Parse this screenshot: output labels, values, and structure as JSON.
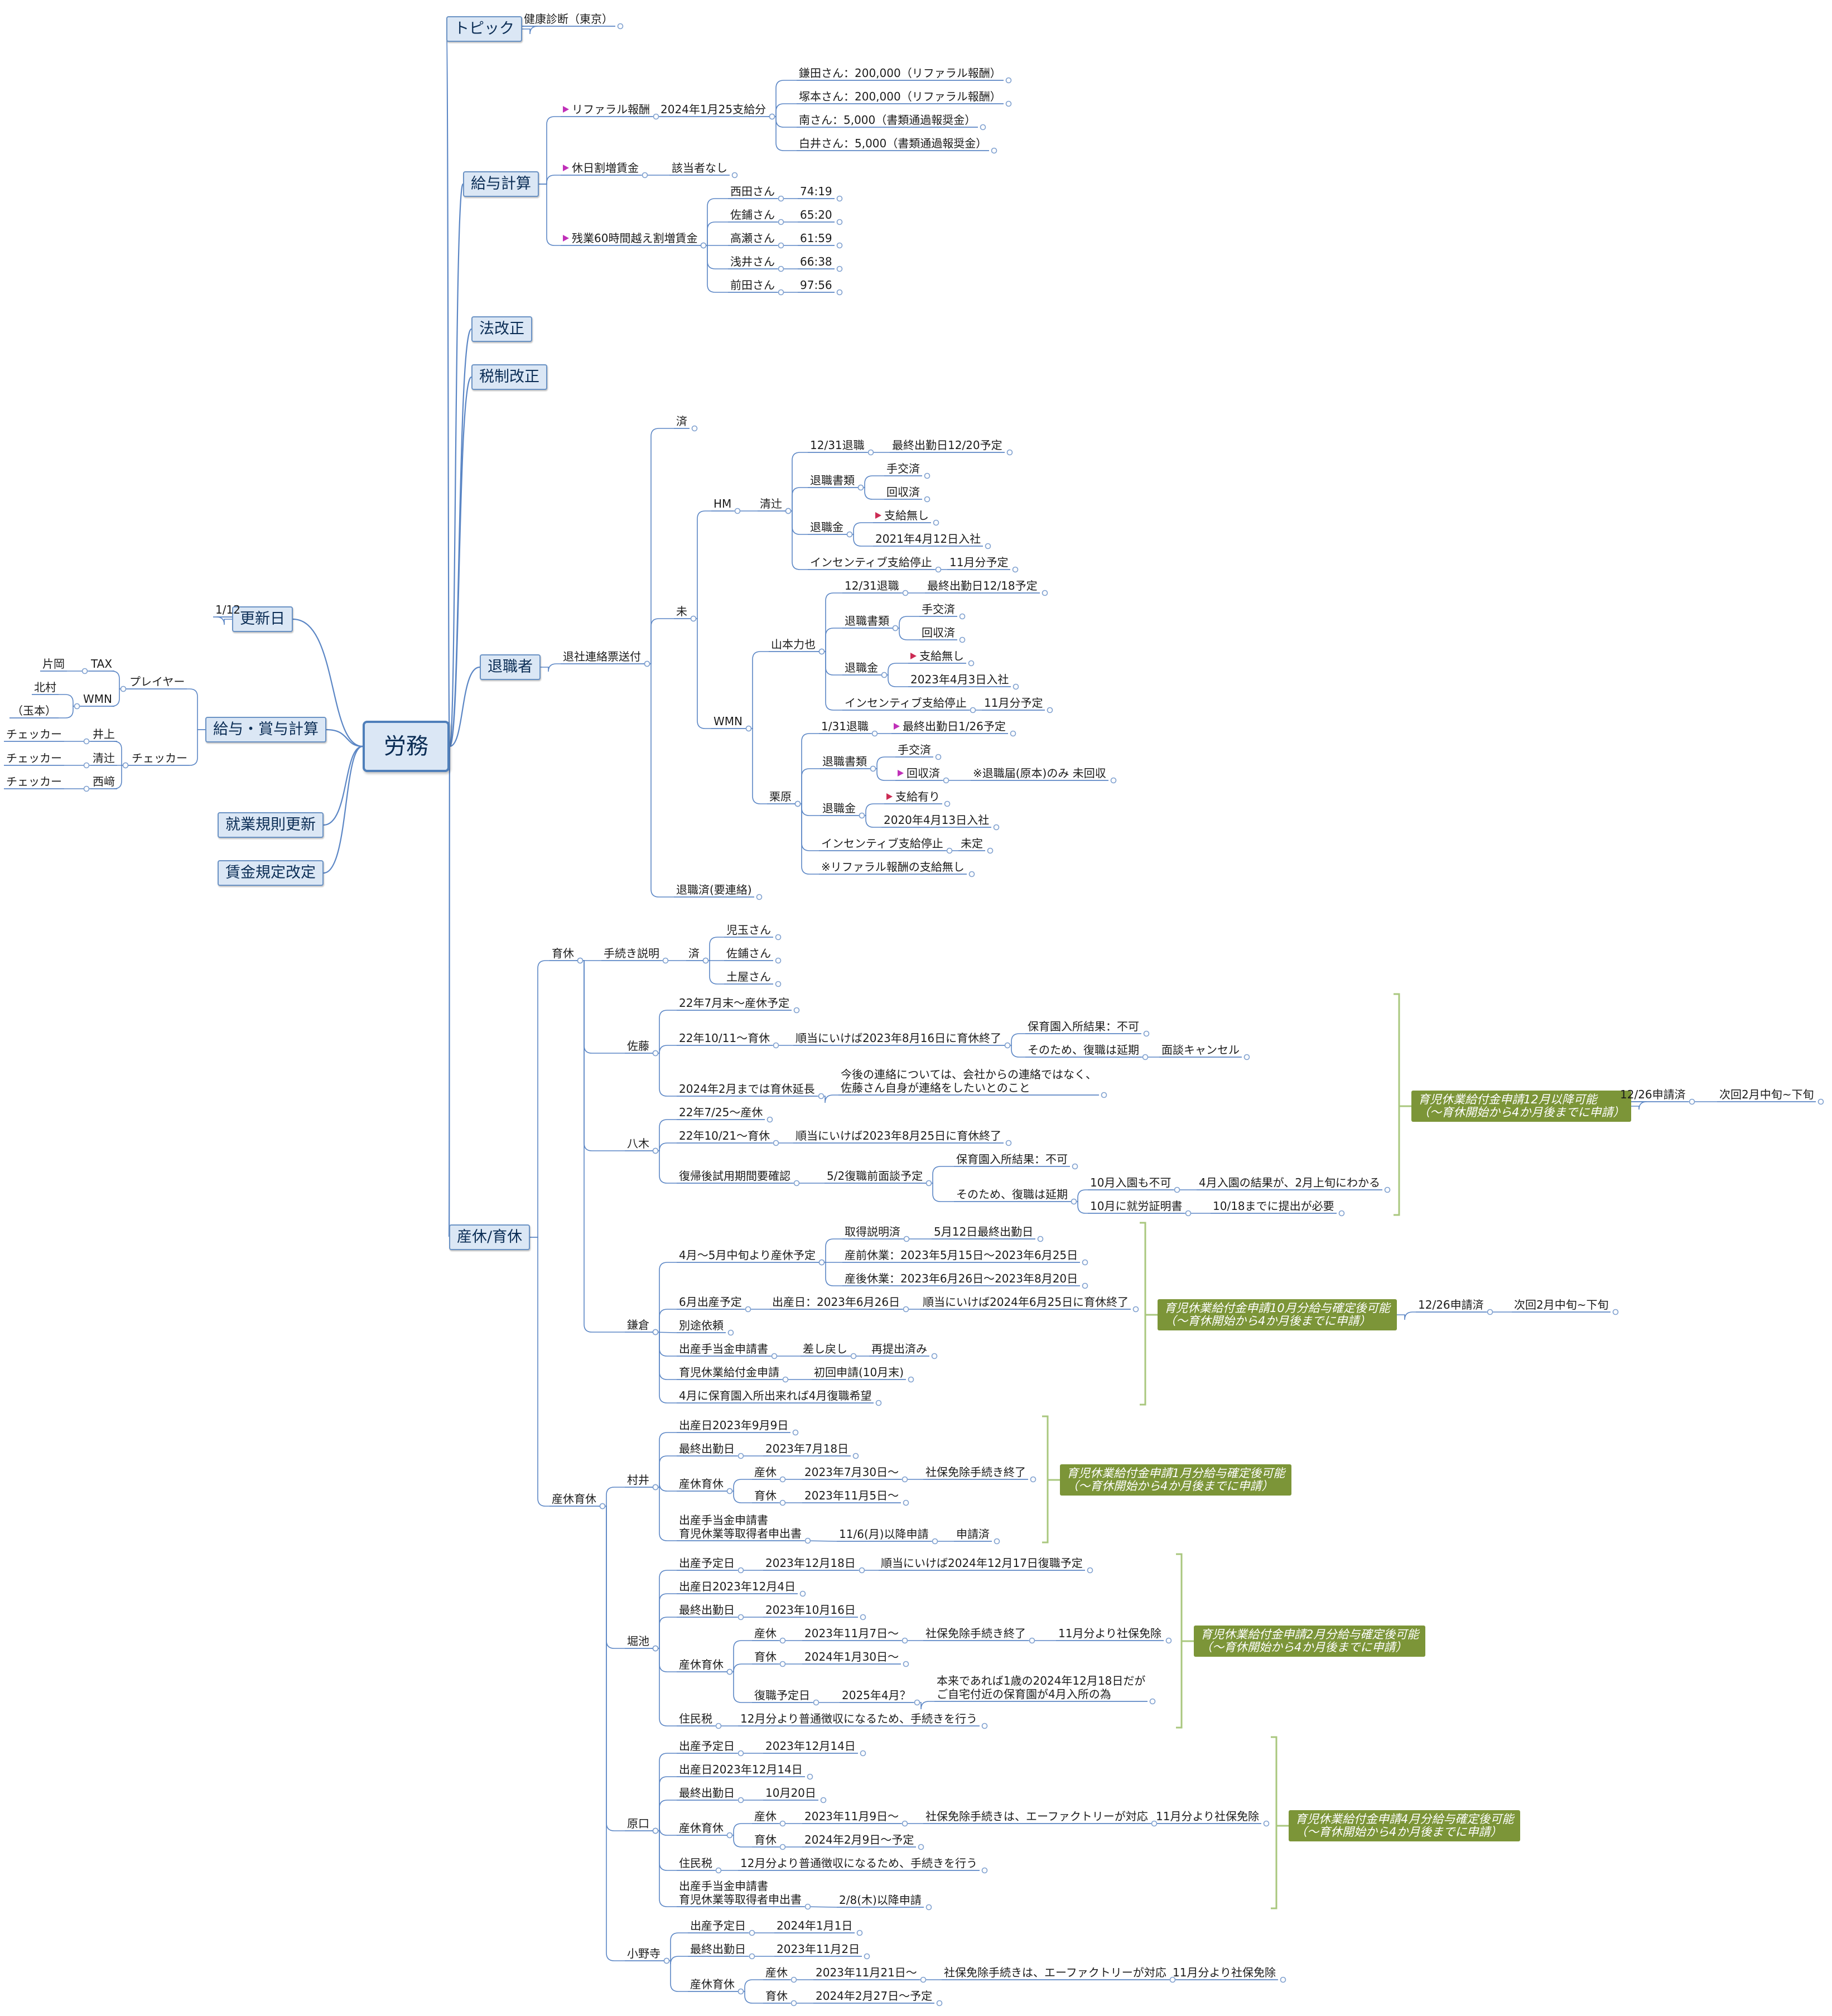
{
  "root": {
    "label": "労務"
  },
  "nodes": [
    {
      "id": "topic",
      "label": "トピック",
      "type": "topic",
      "parent": "root"
    },
    {
      "id": "topic1",
      "label": "健康診断（東京）",
      "parent": "topic"
    },
    {
      "id": "pay",
      "label": "給与計算",
      "type": "topic",
      "parent": "root"
    },
    {
      "id": "ref",
      "label": "リファラル報酬",
      "flag": "pink",
      "parent": "pay"
    },
    {
      "id": "ref_d",
      "label": "2024年1月25支給分",
      "parent": "ref"
    },
    {
      "id": "ref1",
      "label": "鎌田さん：200,000（リファラル報酬）",
      "parent": "ref_d"
    },
    {
      "id": "ref2",
      "label": "塚本さん：200,000（リファラル報酬）",
      "parent": "ref_d"
    },
    {
      "id": "ref3",
      "label": "南さん：5,000（書類通過報奨金）",
      "parent": "ref_d"
    },
    {
      "id": "ref4",
      "label": "白井さん：5,000（書類通過報奨金）",
      "parent": "ref_d"
    },
    {
      "id": "hol",
      "label": "休日割増賃金",
      "flag": "pink",
      "parent": "pay"
    },
    {
      "id": "hol1",
      "label": "該当者なし",
      "parent": "hol"
    },
    {
      "id": "ot",
      "label": "残業60時間越え割増賃金",
      "flag": "pink",
      "parent": "pay"
    },
    {
      "id": "ot1",
      "label": "西田さん",
      "parent": "ot"
    },
    {
      "id": "ot1v",
      "label": "74:19",
      "parent": "ot1"
    },
    {
      "id": "ot2",
      "label": "佐鋪さん",
      "parent": "ot"
    },
    {
      "id": "ot2v",
      "label": "65:20",
      "parent": "ot2"
    },
    {
      "id": "ot3",
      "label": "高瀬さん",
      "parent": "ot"
    },
    {
      "id": "ot3v",
      "label": "61:59",
      "parent": "ot3"
    },
    {
      "id": "ot4",
      "label": "浅井さん",
      "parent": "ot"
    },
    {
      "id": "ot4v",
      "label": "66:38",
      "parent": "ot4"
    },
    {
      "id": "ot5",
      "label": "前田さん",
      "parent": "ot"
    },
    {
      "id": "ot5v",
      "label": "97:56",
      "parent": "ot5"
    },
    {
      "id": "law",
      "label": "法改正",
      "type": "topic",
      "parent": "root"
    },
    {
      "id": "tax",
      "label": "税制改正",
      "type": "topic",
      "parent": "root"
    },
    {
      "id": "ret",
      "label": "退職者",
      "type": "topic",
      "parent": "root"
    },
    {
      "id": "ret_s",
      "label": "退社連絡票送付",
      "parent": "ret"
    },
    {
      "id": "ret_done",
      "label": "済",
      "parent": "ret_s"
    },
    {
      "id": "ret_not",
      "label": "未",
      "parent": "ret_s"
    },
    {
      "id": "hm",
      "label": "HM",
      "parent": "ret_not"
    },
    {
      "id": "kiyo",
      "label": "清辻",
      "parent": "hm"
    },
    {
      "id": "k1",
      "label": "12/31退職",
      "parent": "kiyo"
    },
    {
      "id": "k1a",
      "label": "最終出勤日12/20予定",
      "parent": "k1"
    },
    {
      "id": "k2",
      "label": "退職書類",
      "parent": "kiyo"
    },
    {
      "id": "k2a",
      "label": "手交済",
      "parent": "k2"
    },
    {
      "id": "k2b",
      "label": "回収済",
      "parent": "k2"
    },
    {
      "id": "k3",
      "label": "退職金",
      "parent": "kiyo"
    },
    {
      "id": "k3a",
      "label": "支給無し",
      "flag": "red",
      "parent": "k3"
    },
    {
      "id": "k3b",
      "label": "2021年4月12日入社",
      "parent": "k3"
    },
    {
      "id": "k4",
      "label": "インセンティブ支給停止",
      "parent": "kiyo"
    },
    {
      "id": "k4a",
      "label": "11月分予定",
      "parent": "k4"
    },
    {
      "id": "wmn",
      "label": "WMN",
      "parent": "ret_not"
    },
    {
      "id": "yama",
      "label": "山本力也",
      "parent": "wmn"
    },
    {
      "id": "y1",
      "label": "12/31退職",
      "parent": "yama"
    },
    {
      "id": "y1a",
      "label": "最終出勤日12/18予定",
      "parent": "y1"
    },
    {
      "id": "y2",
      "label": "退職書類",
      "parent": "yama"
    },
    {
      "id": "y2a",
      "label": "手交済",
      "parent": "y2"
    },
    {
      "id": "y2b",
      "label": "回収済",
      "parent": "y2"
    },
    {
      "id": "y3",
      "label": "退職金",
      "parent": "yama"
    },
    {
      "id": "y3a",
      "label": "支給無し",
      "flag": "red",
      "parent": "y3"
    },
    {
      "id": "y3b",
      "label": "2023年4月3日入社",
      "parent": "y3"
    },
    {
      "id": "y4",
      "label": "インセンティブ支給停止",
      "parent": "yama"
    },
    {
      "id": "y4a",
      "label": "11月分予定",
      "parent": "y4"
    },
    {
      "id": "kuri",
      "label": "栗原",
      "parent": "wmn"
    },
    {
      "id": "r1",
      "label": "1/31退職",
      "parent": "kuri"
    },
    {
      "id": "r1a",
      "label": "最終出勤日1/26予定",
      "flag": "pink",
      "parent": "r1"
    },
    {
      "id": "r2",
      "label": "退職書類",
      "parent": "kuri"
    },
    {
      "id": "r2a",
      "label": "手交済",
      "parent": "r2"
    },
    {
      "id": "r2b",
      "label": "回収済",
      "flag": "pink",
      "parent": "r2"
    },
    {
      "id": "r2c",
      "label": "※退職届(原本)のみ 未回収",
      "parent": "r2b"
    },
    {
      "id": "r3",
      "label": "退職金",
      "parent": "kuri"
    },
    {
      "id": "r3a",
      "label": "支給有り",
      "flag": "red",
      "parent": "r3"
    },
    {
      "id": "r3b",
      "label": "2020年4月13日入社",
      "parent": "r3"
    },
    {
      "id": "r4",
      "label": "インセンティブ支給停止",
      "parent": "kuri"
    },
    {
      "id": "r4a",
      "label": "未定",
      "parent": "r4"
    },
    {
      "id": "r5",
      "label": "※リファラル報酬の支給無し",
      "parent": "kuri"
    },
    {
      "id": "ret_cont",
      "label": "退職済(要連絡)",
      "parent": "ret_s"
    },
    {
      "id": "mat",
      "label": "産休/育休",
      "type": "topic",
      "parent": "root"
    },
    {
      "id": "ikukyu",
      "label": "育休",
      "parent": "mat"
    },
    {
      "id": "tetsu",
      "label": "手続き説明",
      "parent": "ikukyu"
    },
    {
      "id": "tetsu_d",
      "label": "済",
      "parent": "tetsu"
    },
    {
      "id": "td1",
      "label": "児玉さん",
      "parent": "tetsu_d"
    },
    {
      "id": "td2",
      "label": "佐鋪さん",
      "parent": "tetsu_d"
    },
    {
      "id": "td3",
      "label": "土屋さん",
      "parent": "tetsu_d"
    },
    {
      "id": "sato",
      "label": "佐藤",
      "parent": "ikukyu"
    },
    {
      "id": "s1",
      "label": "22年7月末～産休予定",
      "parent": "sato"
    },
    {
      "id": "s2",
      "label": "22年10/11～育休",
      "parent": "sato"
    },
    {
      "id": "s2a",
      "label": "順当にいけば2023年8月16日に育休終了",
      "parent": "s2"
    },
    {
      "id": "s2b",
      "label": "保育園入所結果：不可",
      "parent": "s2a"
    },
    {
      "id": "s2c",
      "label": "そのため、復職は延期",
      "parent": "s2a"
    },
    {
      "id": "s2d",
      "label": "面談キャンセル",
      "parent": "s2c"
    },
    {
      "id": "s3",
      "label": "2024年2月までは育休延長",
      "parent": "sato"
    },
    {
      "id": "s3a",
      "label": "今後の連絡については、会社からの連絡ではなく、\n佐藤さん自身が連絡をしたいとのこと",
      "parent": "s3"
    },
    {
      "id": "yagi",
      "label": "八木",
      "parent": "ikukyu"
    },
    {
      "id": "yg1",
      "label": "22年7/25～産休",
      "parent": "yagi"
    },
    {
      "id": "yg2",
      "label": "22年10/21～育休",
      "parent": "yagi"
    },
    {
      "id": "yg2a",
      "label": "順当にいけば2023年8月25日に育休終了",
      "parent": "yg2"
    },
    {
      "id": "yg3",
      "label": "復帰後試用期間要確認",
      "parent": "yagi"
    },
    {
      "id": "yg3a",
      "label": "5/2復職前面談予定",
      "parent": "yg3"
    },
    {
      "id": "yg3b",
      "label": "保育園入所結果：不可",
      "parent": "yg3a"
    },
    {
      "id": "yg3c",
      "label": "そのため、復職は延期",
      "parent": "yg3a"
    },
    {
      "id": "yg3d",
      "label": "10月入園も不可",
      "parent": "yg3c"
    },
    {
      "id": "yg3e",
      "label": "4月入園の結果が、2月上旬にわかる",
      "parent": "yg3d"
    },
    {
      "id": "yg3f",
      "label": "10月に就労証明書",
      "parent": "yg3c"
    },
    {
      "id": "yg3g",
      "label": "10/18までに提出が必要",
      "parent": "yg3f"
    },
    {
      "id": "kama",
      "label": "鎌倉",
      "parent": "ikukyu"
    },
    {
      "id": "km1",
      "label": "4月～5月中旬より産休予定",
      "parent": "kama"
    },
    {
      "id": "km1a",
      "label": "取得説明済",
      "parent": "km1"
    },
    {
      "id": "km1b",
      "label": "5月12日最終出勤日",
      "parent": "km1a"
    },
    {
      "id": "km1c",
      "label": "産前休業：2023年5月15日〜2023年6月25日",
      "parent": "km1"
    },
    {
      "id": "km1d",
      "label": "産後休業：2023年6月26日〜2023年8月20日",
      "parent": "km1"
    },
    {
      "id": "km2",
      "label": "6月出産予定",
      "parent": "kama"
    },
    {
      "id": "km2a",
      "label": "出産日：2023年6月26日",
      "parent": "km2"
    },
    {
      "id": "km2b",
      "label": "順当にいけば2024年6月25日に育休終了",
      "parent": "km2a"
    },
    {
      "id": "km3",
      "label": "別途依頼",
      "parent": "kama"
    },
    {
      "id": "km4",
      "label": "出産手当金申請書",
      "parent": "kama"
    },
    {
      "id": "km4a",
      "label": "差し戻し",
      "parent": "km4"
    },
    {
      "id": "km4b",
      "label": "再提出済み",
      "parent": "km4a"
    },
    {
      "id": "km5",
      "label": "育児休業給付金申請",
      "parent": "kama"
    },
    {
      "id": "km5a",
      "label": "初回申請(10月末)",
      "parent": "km5"
    },
    {
      "id": "km6",
      "label": "4月に保育園入所出来れば4月復職希望",
      "parent": "kama"
    },
    {
      "id": "sankyu",
      "label": "産休育休",
      "parent": "mat"
    },
    {
      "id": "mura",
      "label": "村井",
      "parent": "sankyu"
    },
    {
      "id": "mu1",
      "label": "出産日2023年9月9日",
      "parent": "mura"
    },
    {
      "id": "mu2",
      "label": "最終出勤日",
      "parent": "mura"
    },
    {
      "id": "mu2a",
      "label": "2023年7月18日",
      "parent": "mu2"
    },
    {
      "id": "mu3",
      "label": "産休育休",
      "parent": "mura"
    },
    {
      "id": "mu3a",
      "label": "産休",
      "parent": "mu3"
    },
    {
      "id": "mu3b",
      "label": "2023年7月30日～",
      "parent": "mu3a"
    },
    {
      "id": "mu3c",
      "label": "社保免除手続き終了",
      "parent": "mu3b"
    },
    {
      "id": "mu3d",
      "label": "育休",
      "parent": "mu3"
    },
    {
      "id": "mu3e",
      "label": "2023年11月5日～",
      "parent": "mu3d"
    },
    {
      "id": "mu4",
      "label": "出産手当金申請書\n育児休業等取得者申出書",
      "parent": "mura"
    },
    {
      "id": "mu4a",
      "label": "11/6(月)以降申請",
      "parent": "mu4"
    },
    {
      "id": "mu4b",
      "label": "申請済",
      "parent": "mu4a"
    },
    {
      "id": "hori",
      "label": "堀池",
      "parent": "sankyu"
    },
    {
      "id": "h1",
      "label": "出産予定日",
      "parent": "hori"
    },
    {
      "id": "h1a",
      "label": "2023年12月18日",
      "parent": "h1"
    },
    {
      "id": "h1b",
      "label": "順当にいけば2024年12月17日復職予定",
      "parent": "h1a"
    },
    {
      "id": "h2",
      "label": "出産日2023年12月4日",
      "parent": "hori"
    },
    {
      "id": "h3",
      "label": "最終出勤日",
      "parent": "hori"
    },
    {
      "id": "h3a",
      "label": "2023年10月16日",
      "parent": "h3"
    },
    {
      "id": "h4",
      "label": "産休育休",
      "parent": "hori"
    },
    {
      "id": "h4a",
      "label": "産休",
      "parent": "h4"
    },
    {
      "id": "h4b",
      "label": "2023年11月7日～",
      "parent": "h4a"
    },
    {
      "id": "h4c",
      "label": "社保免除手続き終了",
      "parent": "h4b"
    },
    {
      "id": "h4d",
      "label": "11月分より社保免除",
      "parent": "h4c"
    },
    {
      "id": "h4e",
      "label": "育休",
      "parent": "h4"
    },
    {
      "id": "h4f",
      "label": "2024年1月30日～",
      "parent": "h4e"
    },
    {
      "id": "h4g",
      "label": "復職予定日",
      "parent": "h4"
    },
    {
      "id": "h4h",
      "label": "2025年4月？",
      "parent": "h4g"
    },
    {
      "id": "h4i",
      "label": "本来であれば1歳の2024年12月18日だが\nご自宅付近の保育園が4月入所の為",
      "parent": "h4h"
    },
    {
      "id": "h5",
      "label": "住民税",
      "parent": "hori"
    },
    {
      "id": "h5a",
      "label": "12月分より普通徴収になるため、手続きを行う",
      "parent": "h5"
    },
    {
      "id": "hara",
      "label": "原口",
      "parent": "sankyu"
    },
    {
      "id": "g1",
      "label": "出産予定日",
      "parent": "hara"
    },
    {
      "id": "g1a",
      "label": "2023年12月14日",
      "parent": "g1"
    },
    {
      "id": "g2",
      "label": "出産日2023年12月14日",
      "parent": "hara"
    },
    {
      "id": "g3",
      "label": "最終出勤日",
      "parent": "hara"
    },
    {
      "id": "g3a",
      "label": "10月20日",
      "parent": "g3"
    },
    {
      "id": "g4",
      "label": "産休育休",
      "parent": "hara"
    },
    {
      "id": "g4a",
      "label": "産休",
      "parent": "g4"
    },
    {
      "id": "g4b",
      "label": "2023年11月9日～",
      "parent": "g4a"
    },
    {
      "id": "g4c",
      "label": "社保免除手続きは、エーファクトリーが対応",
      "parent": "g4b"
    },
    {
      "id": "g4d",
      "label": "11月分より社保免除",
      "parent": "g4c"
    },
    {
      "id": "g4e",
      "label": "育休",
      "parent": "g4"
    },
    {
      "id": "g4f",
      "label": "2024年2月9日～予定",
      "parent": "g4e"
    },
    {
      "id": "g5",
      "label": "住民税",
      "parent": "hara"
    },
    {
      "id": "g5a",
      "label": "12月分より普通徴収になるため、手続きを行う",
      "parent": "g5"
    },
    {
      "id": "g6",
      "label": "出産手当金申請書\n育児休業等取得者申出書",
      "parent": "hara"
    },
    {
      "id": "g6a",
      "label": "2/8(木)以降申請",
      "parent": "g6"
    },
    {
      "id": "ono",
      "label": "小野寺",
      "parent": "sankyu"
    },
    {
      "id": "o1",
      "label": "出産予定日",
      "parent": "ono"
    },
    {
      "id": "o1a",
      "label": "2024年1月1日",
      "parent": "o1"
    },
    {
      "id": "o2",
      "label": "最終出勤日",
      "parent": "ono"
    },
    {
      "id": "o2a",
      "label": "2023年11月2日",
      "parent": "o2"
    },
    {
      "id": "o3",
      "label": "産休育休",
      "parent": "ono"
    },
    {
      "id": "o3a",
      "label": "産休",
      "parent": "o3"
    },
    {
      "id": "o3b",
      "label": "2023年11月21日～",
      "parent": "o3a"
    },
    {
      "id": "o3c",
      "label": "社保免除手続きは、エーファクトリーが対応",
      "parent": "o3b"
    },
    {
      "id": "o3d",
      "label": "11月分より社保免除",
      "parent": "o3c"
    },
    {
      "id": "o3e",
      "label": "育休",
      "parent": "o3"
    },
    {
      "id": "o3f",
      "label": "2024年2月27日～予定",
      "parent": "o3e"
    },
    {
      "id": "upd",
      "label": "更新日",
      "type": "topic",
      "parent": "root"
    },
    {
      "id": "upd1",
      "label": "1/12",
      "parent": "upd"
    },
    {
      "id": "bonus",
      "label": "給与・賞与計算",
      "type": "topic",
      "parent": "root"
    },
    {
      "id": "pl",
      "label": "プレイヤー",
      "parent": "bonus"
    },
    {
      "id": "pl1",
      "label": "TAX",
      "parent": "pl"
    },
    {
      "id": "pl1a",
      "label": "片岡",
      "parent": "pl1"
    },
    {
      "id": "pl2",
      "label": "WMN",
      "parent": "pl"
    },
    {
      "id": "pl2a",
      "label": "北村",
      "parent": "pl2"
    },
    {
      "id": "pl2b",
      "label": "（玉本）",
      "parent": "pl2"
    },
    {
      "id": "ch",
      "label": "チェッカー",
      "parent": "bonus"
    },
    {
      "id": "ch1",
      "label": "井上",
      "parent": "ch"
    },
    {
      "id": "ch1a",
      "label": "チェッカー",
      "parent": "ch1"
    },
    {
      "id": "ch2",
      "label": "清辻",
      "parent": "ch"
    },
    {
      "id": "ch2a",
      "label": "チェッカー",
      "parent": "ch2"
    },
    {
      "id": "ch3",
      "label": "西﨑",
      "parent": "ch"
    },
    {
      "id": "ch3a",
      "label": "チェッカー",
      "parent": "ch3"
    },
    {
      "id": "rule",
      "label": "就業規則更新",
      "type": "topic",
      "parent": "root"
    },
    {
      "id": "wage",
      "label": "賃金規定改定",
      "type": "topic",
      "parent": "root"
    }
  ],
  "summaries": [
    {
      "id": "sum_sato",
      "label": "育児休業給付金申請12月以降可能\n（～育休開始から4か月後までに申請）",
      "from": "s1",
      "to": "yg3g"
    },
    {
      "id": "sum_sato1",
      "label": "12/26申請済",
      "parent": "sum_sato"
    },
    {
      "id": "sum_sato2",
      "label": "次回2月中旬~下旬",
      "parent": "sum_sato1"
    },
    {
      "id": "sum_kama",
      "label": "育児休業給付金申請10月分給与確定後可能\n（～育休開始から4か月後までに申請）",
      "from": "km1a",
      "to": "km6"
    },
    {
      "id": "sum_kama1",
      "label": "12/26申請済",
      "parent": "sum_kama"
    },
    {
      "id": "sum_kama2",
      "label": "次回2月中旬~下旬",
      "parent": "sum_kama1"
    },
    {
      "id": "sum_mura",
      "label": "育児休業給付金申請1月分給与確定後可能\n（～育休開始から4か月後までに申請）",
      "from": "mu1",
      "to": "mu4"
    },
    {
      "id": "sum_hori",
      "label": "育児休業給付金申請2月分給与確定後可能\n（～育休開始から4か月後までに申請）",
      "from": "h1",
      "to": "h5"
    },
    {
      "id": "sum_hara",
      "label": "育児休業給付金申請4月分給与確定後可能\n（～育休開始から4か月後までに申請）",
      "from": "g1",
      "to": "g6"
    }
  ],
  "colors": {
    "line": "#5b86c5",
    "topic_bg": "#dbe7f5",
    "topic_border": "#6a92c4",
    "summary_bg": "#7c9538",
    "bracket": "#a9c77e",
    "flag_red": "#cc2b54",
    "flag_pink": "#c030b8"
  }
}
